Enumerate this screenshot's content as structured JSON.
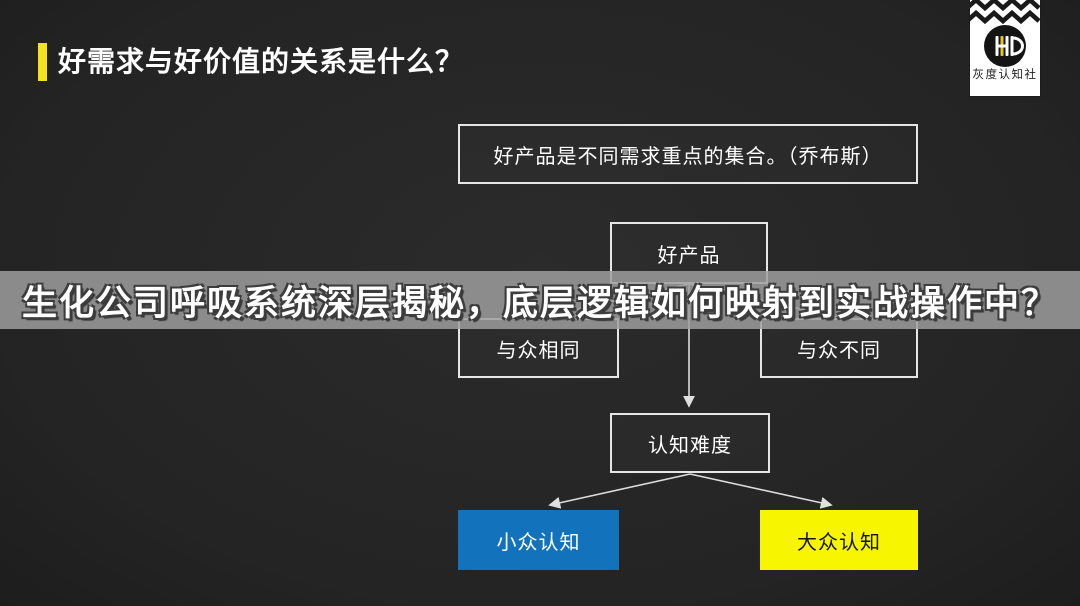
{
  "header": {
    "title": "好需求与好价值的关系是什么？"
  },
  "logo": {
    "brand_name": "灰度认知社",
    "monogram": "HD-monogram-icon"
  },
  "watermark": {
    "text": "生化公司呼吸系统深层揭秘，底层逻辑如何映射到实战操作中？"
  },
  "flowchart": {
    "nodes": {
      "quote": "好产品是不同需求重点的集合。（乔布斯）",
      "product": "好产品",
      "same": "与众相同",
      "different": "与众不同",
      "difficulty": "认知难度",
      "niche": "小众认知",
      "mass": "大众认知"
    },
    "edges": [
      {
        "from": "product",
        "to": "same",
        "arrow": false
      },
      {
        "from": "product",
        "to": "different",
        "arrow": false
      },
      {
        "from": "product",
        "to": "difficulty",
        "arrow": true
      },
      {
        "from": "difficulty",
        "to": "niche",
        "arrow": true
      },
      {
        "from": "difficulty",
        "to": "mass",
        "arrow": true
      }
    ]
  },
  "colors": {
    "bg": "#262626",
    "accent-yellow": "#F2E41A",
    "niche-blue": "#1273BC",
    "mass-yellow": "#F7F500",
    "line": "#DCDCDC",
    "band": "#8B8B8B",
    "border": "#E6E6E6"
  }
}
